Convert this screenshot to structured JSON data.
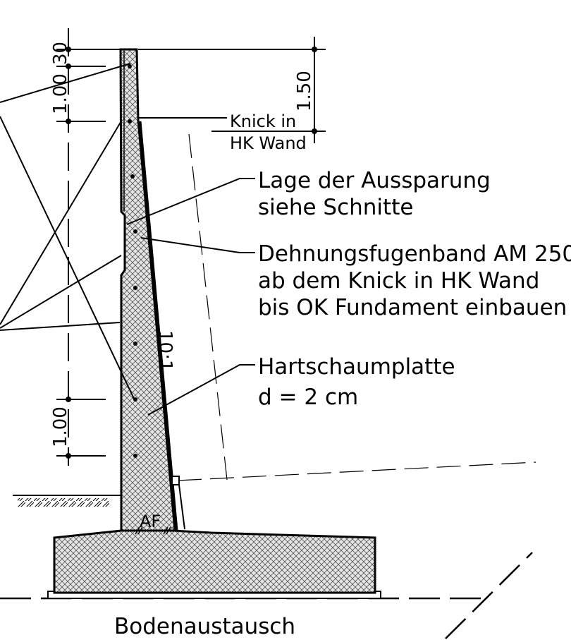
{
  "labels": {
    "knick_line1": "Knick in",
    "knick_line2": "HK Wand",
    "aussparung_line1": "Lage der Aussparung",
    "aussparung_line2": "siehe Schnitte",
    "fugenband_line1": "Dehnungsfugenband AM 250",
    "fugenband_line2": "ab dem Knick in HK Wand",
    "fugenband_line3": "bis OK Fundament einbauen",
    "slope": "10:1",
    "hartschaum_line1": "Hartschaumplatte",
    "hartschaum_line2": "d = 2 cm",
    "af": "AF",
    "bodenaustausch": "Bodenaustausch"
  },
  "dimensions": {
    "top_small": "30",
    "top_left": "1.00",
    "top_right": "1.50",
    "bottom_left": "1.00"
  }
}
